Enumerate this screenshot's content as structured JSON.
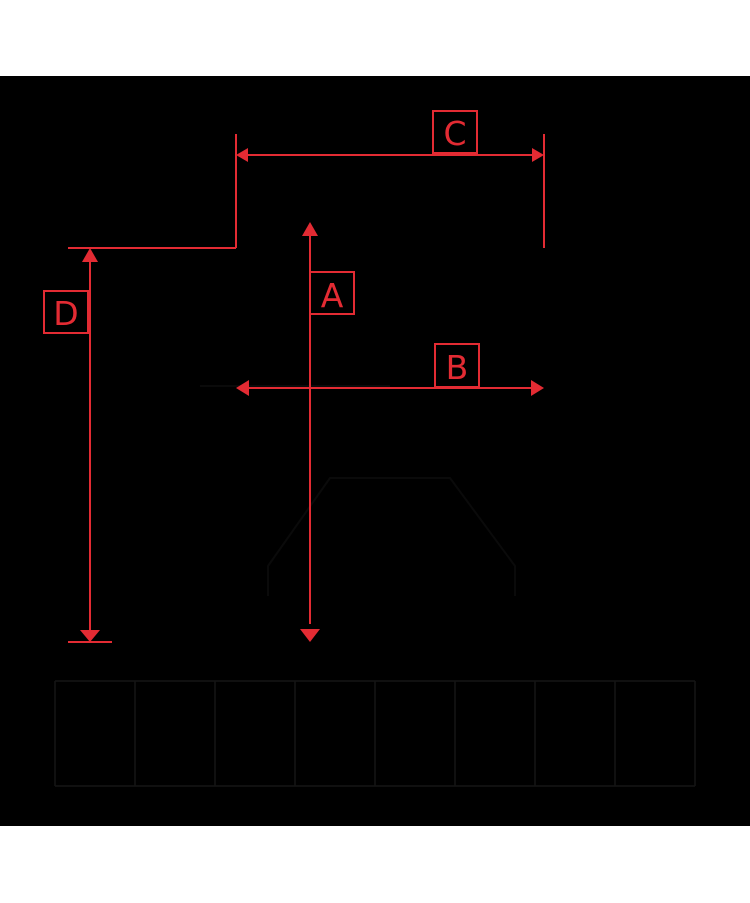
{
  "colors": {
    "background": "#000000",
    "page": "#ffffff",
    "dimension": "#e32b33"
  },
  "labels": {
    "a": "A",
    "b": "B",
    "c": "C",
    "d": "D"
  }
}
